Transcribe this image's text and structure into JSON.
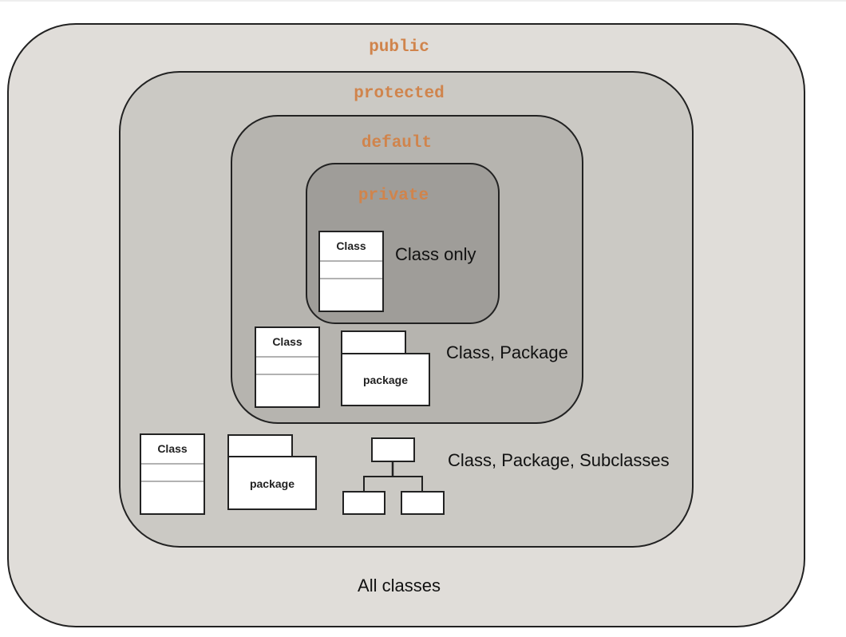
{
  "diagram": {
    "scopes": [
      {
        "keyword": "public",
        "description": "All classes",
        "fill": "#e0ddd9"
      },
      {
        "keyword": "protected",
        "description": "Class, Package, Subclasses",
        "fill": "#cbc9c4"
      },
      {
        "keyword": "default",
        "description": "Class, Package",
        "fill": "#b6b4af"
      },
      {
        "keyword": "private",
        "description": "Class only",
        "fill": "#9f9d99"
      }
    ],
    "class_label": "Class",
    "package_label": "package",
    "keyword_color": "#d0844c"
  }
}
